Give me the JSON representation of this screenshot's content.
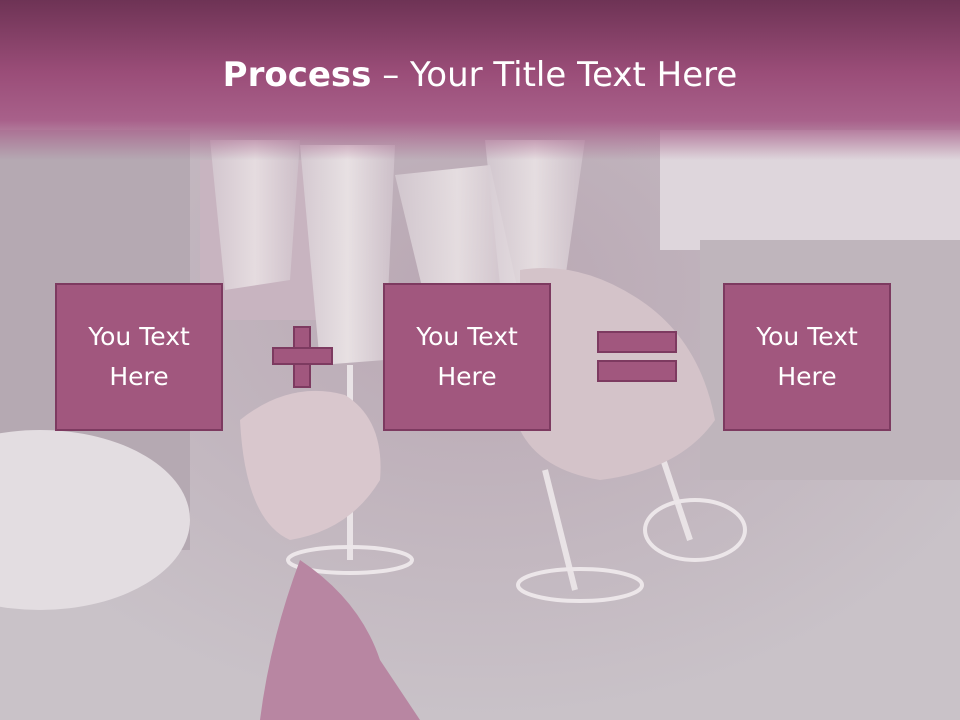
{
  "slide": {
    "title_bold": "Process",
    "title_separator": " – ",
    "title_rest": "Your Title Text Here",
    "boxes": [
      {
        "label": "You Text Here"
      },
      {
        "label": "You Text Here"
      },
      {
        "label": "You Text Here"
      }
    ],
    "operators": [
      "plus-icon",
      "equals-icon"
    ],
    "colors": {
      "accent": "#a1577e",
      "accent_border": "#7d3a60",
      "title_band": "#8e426b",
      "text": "#ffffff"
    }
  }
}
